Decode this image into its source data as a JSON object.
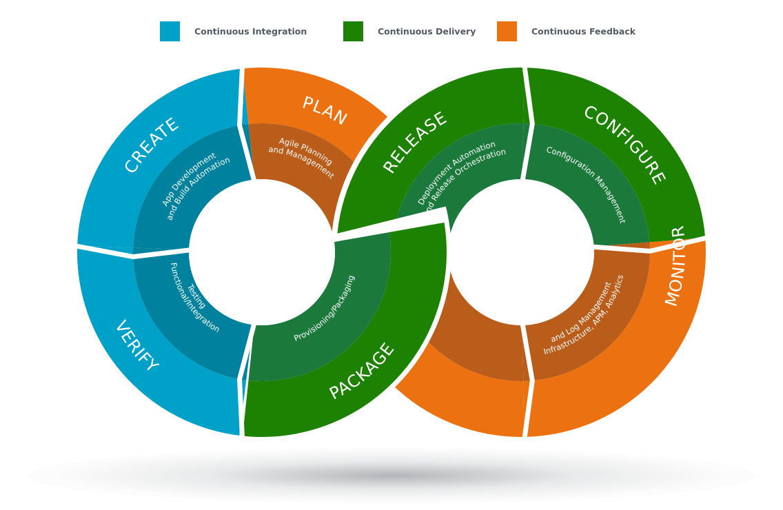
{
  "legend": [
    {
      "label": "Continuous Integration",
      "color": "#00A1C9"
    },
    {
      "label": "Continuous Delivery",
      "color": "#1D8102"
    },
    {
      "label": "Continuous Feedback",
      "color": "#EC7211"
    }
  ],
  "colors": {
    "ci_outer": "#00A1C9",
    "ci_inner": "#00829E",
    "cd_outer": "#1D8102",
    "cd_inner": "#1A793B",
    "cf_outer": "#EC7211",
    "cf_inner": "#BA5C1A"
  },
  "stages": {
    "create": {
      "label": "CREATE",
      "sub": [
        "App Development",
        "and Build Automation"
      ],
      "category": "Continuous Integration"
    },
    "plan": {
      "label": "PLAN",
      "sub": [
        "Agile Planning",
        "and Management"
      ],
      "category": "Continuous Feedback"
    },
    "verify": {
      "label": "VERIFY",
      "sub": [
        "Functional/Integration",
        "Testing"
      ],
      "category": "Continuous Integration"
    },
    "package": {
      "label": "PACKAGE",
      "sub": [
        "Provisioning/Packaging"
      ],
      "category": "Continuous Delivery"
    },
    "release": {
      "label": "RELEASE",
      "sub": [
        "Deployment Automation",
        "and Release Orchestration"
      ],
      "category": "Continuous Delivery"
    },
    "configure": {
      "label": "CONFIGURE",
      "sub": [
        "Configuration Management"
      ],
      "category": "Continuous Delivery"
    },
    "monitor": {
      "label": "MONITOR",
      "sub": [
        "Infrastructure, APM, Analytics",
        "and Log Management"
      ],
      "category": "Continuous Feedback"
    },
    "feedback_lower": {
      "label": "",
      "sub": [],
      "category": "Continuous Feedback"
    }
  }
}
